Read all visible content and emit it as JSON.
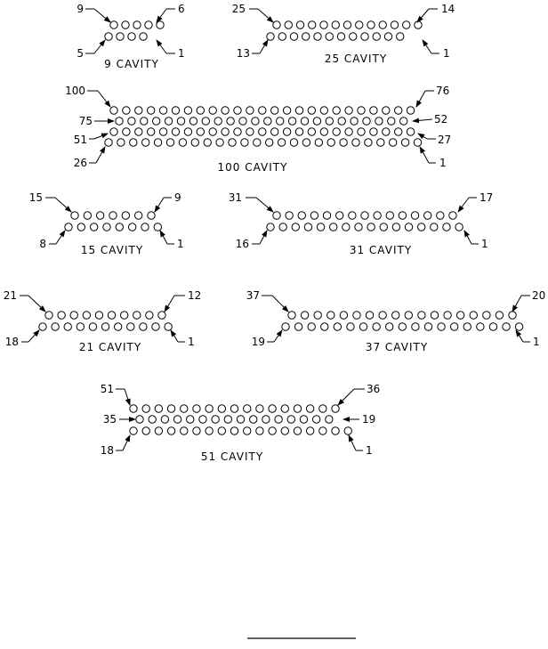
{
  "connectors": [
    {
      "cavity_label": "9 CAVITY",
      "rows": [
        {
          "count": 5,
          "left_pin": "9",
          "right_pin": "6"
        },
        {
          "count": 4,
          "left_pin": "5",
          "right_pin": "1"
        }
      ]
    },
    {
      "cavity_label": "25 CAVITY",
      "rows": [
        {
          "count": 13,
          "left_pin": "25",
          "right_pin": "14"
        },
        {
          "count": 12,
          "left_pin": "13",
          "right_pin": "1"
        }
      ]
    },
    {
      "cavity_label": "100 CAVITY",
      "rows": [
        {
          "count": 25,
          "left_pin": "100",
          "right_pin": "76"
        },
        {
          "count": 24,
          "left_pin": "75",
          "right_pin": "52"
        },
        {
          "count": 25,
          "left_pin": "51",
          "right_pin": "27"
        },
        {
          "count": 26,
          "left_pin": "26",
          "right_pin": "1"
        }
      ]
    },
    {
      "cavity_label": "15 CAVITY",
      "rows": [
        {
          "count": 7,
          "left_pin": "15",
          "right_pin": "9"
        },
        {
          "count": 8,
          "left_pin": "8",
          "right_pin": "1"
        }
      ]
    },
    {
      "cavity_label": "31 CAVITY",
      "rows": [
        {
          "count": 15,
          "left_pin": "31",
          "right_pin": "17"
        },
        {
          "count": 16,
          "left_pin": "16",
          "right_pin": "1"
        }
      ]
    },
    {
      "cavity_label": "21 CAVITY",
      "rows": [
        {
          "count": 10,
          "left_pin": "21",
          "right_pin": "12"
        },
        {
          "count": 11,
          "left_pin": "18",
          "right_pin": "1"
        }
      ]
    },
    {
      "cavity_label": "37 CAVITY",
      "rows": [
        {
          "count": 18,
          "left_pin": "37",
          "right_pin": "20"
        },
        {
          "count": 19,
          "left_pin": "19",
          "right_pin": "1"
        }
      ]
    },
    {
      "cavity_label": "51 CAVITY",
      "rows": [
        {
          "count": 17,
          "left_pin": "51",
          "right_pin": "36"
        },
        {
          "count": 16,
          "left_pin": "35",
          "right_pin": "19"
        },
        {
          "count": 18,
          "left_pin": "18",
          "right_pin": "1"
        }
      ]
    }
  ],
  "colors": {
    "ink": "#000000",
    "background": "#ffffff"
  }
}
